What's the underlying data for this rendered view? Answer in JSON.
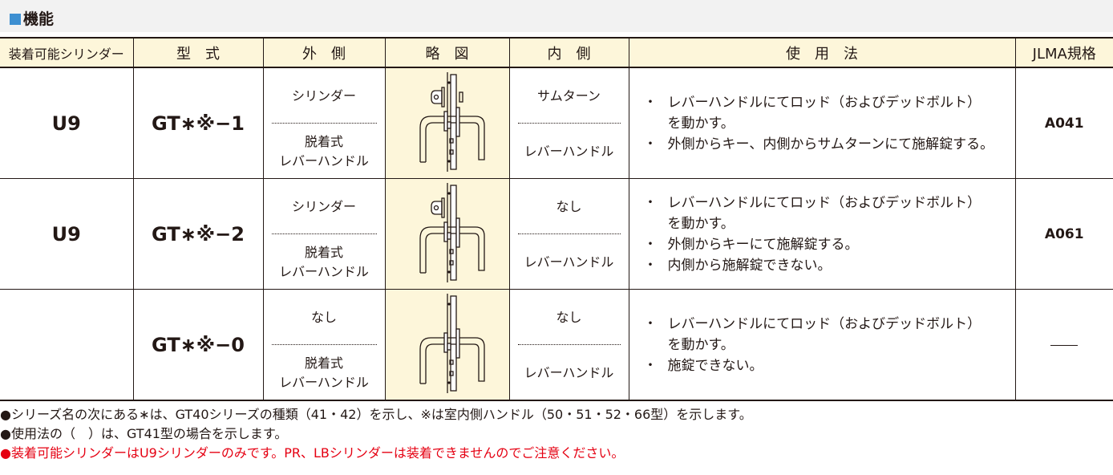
{
  "section": {
    "title": "機能",
    "marker_color": "#3d8fd1"
  },
  "headers": [
    "装着可能シリンダー",
    "型　式",
    "外　側",
    "略　図",
    "内　側",
    "使　用　法",
    "JLMA規格"
  ],
  "rows": [
    {
      "cylinder": "U9",
      "model": "GT∗※−1",
      "outside": [
        "シリンダー",
        "脱着式\nレバーハンドル"
      ],
      "diagram": "diagram-with-cylinder-and-thumbturn",
      "inside": [
        "サムターン",
        "レバーハンドル"
      ],
      "usage": [
        "レバーハンドルにてロッド（およびデッドボルト）\nを動かす。",
        "外側からキー、内側からサムターンにて施解錠する。"
      ],
      "jlma": "A041"
    },
    {
      "cylinder": "U9",
      "model": "GT∗※−2",
      "outside": [
        "シリンダー",
        "脱着式\nレバーハンドル"
      ],
      "diagram": "diagram-with-cylinder",
      "inside": [
        "なし",
        "レバーハンドル"
      ],
      "usage": [
        "レバーハンドルにてロッド（およびデッドボルト）\nを動かす。",
        "外側からキーにて施解錠する。",
        "内側から施解錠できない。"
      ],
      "jlma": "A061"
    },
    {
      "cylinder": "",
      "model": "GT∗※−0",
      "outside": [
        "なし",
        "脱着式\nレバーハンドル"
      ],
      "diagram": "diagram-handles-only",
      "inside": [
        "なし",
        "レバーハンドル"
      ],
      "usage": [
        "レバーハンドルにてロッド（およびデッドボルト）\nを動かす。",
        "施錠できない。"
      ],
      "jlma": ""
    }
  ],
  "usage_bullet": "・",
  "notes": [
    {
      "text": "●シリーズ名の次にある∗は、GT40シリーズの種類（41・42）を示し、※は室内側ハンドル（50・51・52・66型）を示します。",
      "color": "#231815"
    },
    {
      "text": "●使用法の（　）は、GT41型の場合を示します。",
      "color": "#231815"
    },
    {
      "text": "●装着可能シリンダーはU9シリンダーのみです。PR、LBシリンダーは装着できませんのでご注意ください。",
      "color": "#e50012"
    }
  ],
  "colors": {
    "header_bg": "#fdf6da",
    "diagram_bg": "#fdf6da",
    "text": "#231815",
    "warning": "#e50012",
    "section_bar": "#f2f2f2"
  }
}
